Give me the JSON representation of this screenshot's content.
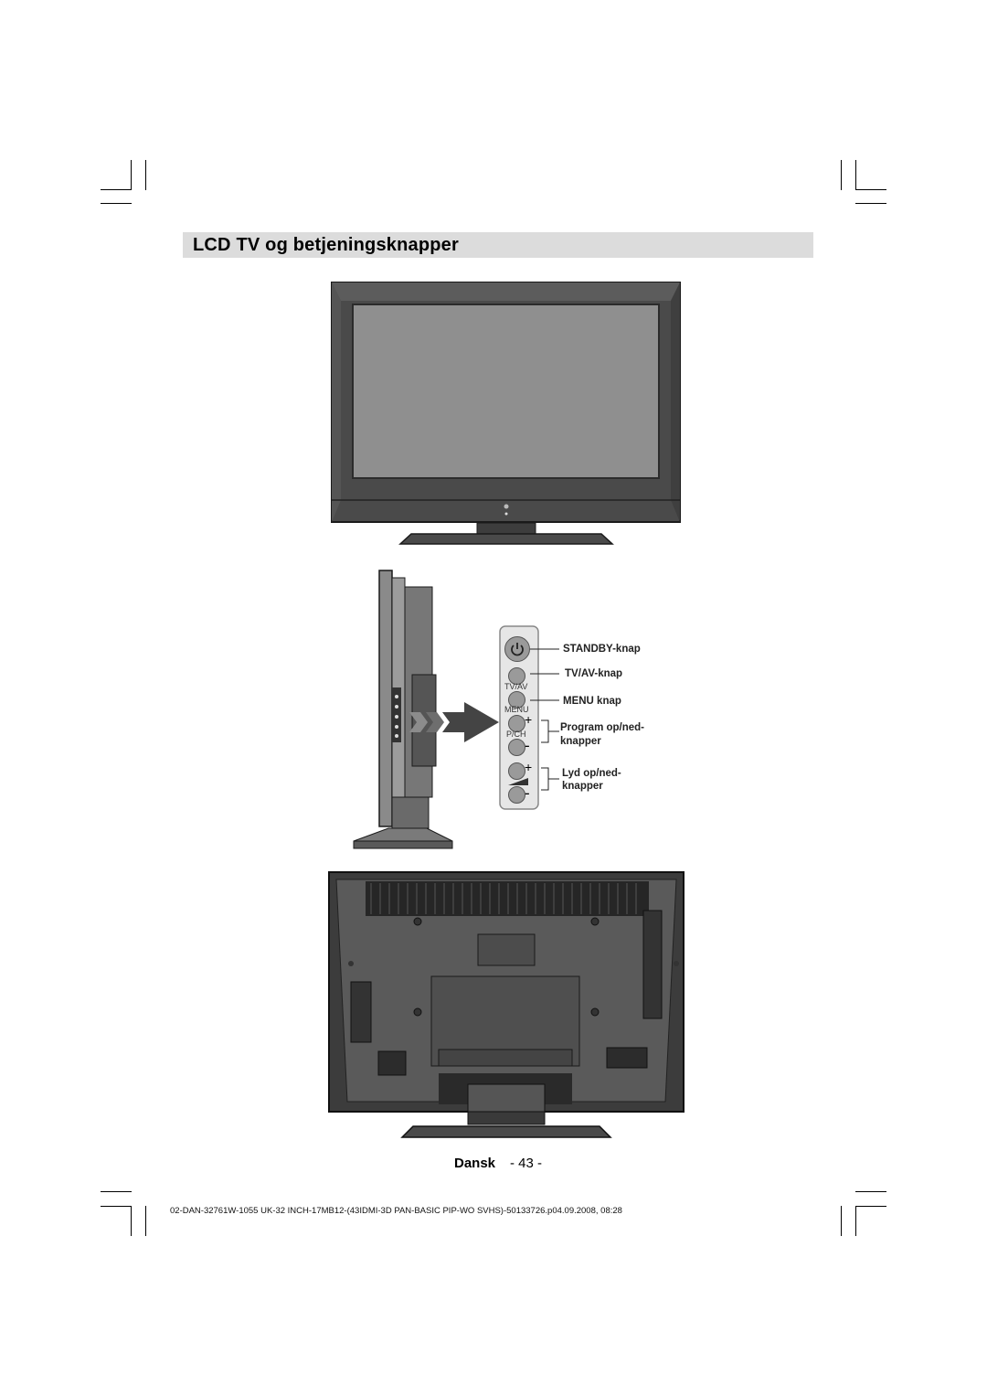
{
  "page": {
    "title": "LCD TV og betjeningsknapper",
    "language": "Dansk",
    "page_number": "- 43 -",
    "doc_reference": "02-DAN-32761W-1055 UK-32 INCH-17MB12-(43IDMI-3D PAN-BASIC PIP-WO SVHS)-50133726.p04.09.2008, 08:28"
  },
  "controls": {
    "tv_av_tag": "TV/AV",
    "menu_tag": "MENU",
    "pch_tag": "P/CH",
    "plus_sign": "+",
    "minus_sign": "-",
    "labels": {
      "standby": "STANDBY-knap",
      "tv_av": "TV/AV-knap",
      "menu": "MENU knap",
      "program_line1": "Program op/ned-",
      "program_line2": "knapper",
      "volume_line1": "Lyd op/ned-",
      "volume_line2": "knapper"
    }
  },
  "illustrations": [
    "tv-front-view",
    "tv-side-view",
    "tv-back-view"
  ]
}
